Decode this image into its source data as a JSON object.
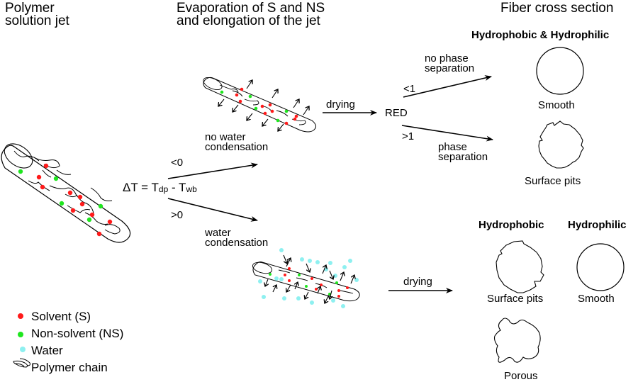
{
  "columns": {
    "jet": "Polymer\nsolution jet",
    "evaporation": "Evaporation of S and NS\nand elongation of the jet",
    "cross_section": "Fiber cross section"
  },
  "equation": {
    "delta": "ΔT = T",
    "sub1": "dp",
    "mid": " - T",
    "sub2": "wb"
  },
  "branches": {
    "lt0": "<0",
    "gt0": ">0",
    "no_water": "no water\ncondensation",
    "water": "water\ncondensation"
  },
  "top_path": {
    "drying": "drying",
    "red": "RED",
    "lt1": "<1",
    "gt1": ">1",
    "no_phase": "no phase\nseparation",
    "phase": "phase\nseparation",
    "group_title": "Hydrophobic & Hydrophilic",
    "smooth": "Smooth",
    "pits": "Surface pits"
  },
  "bottom_path": {
    "drying": "drying",
    "hydrophobic": "Hydrophobic",
    "hydrophilic": "Hydrophilic",
    "pits": "Surface pits",
    "smooth": "Smooth",
    "porous": "Porous"
  },
  "legend": [
    {
      "label": "Solvent (S)",
      "icon": "red-dot",
      "color": "#ff1a1a"
    },
    {
      "label": "Non-solvent (NS)",
      "icon": "green-dot",
      "color": "#1ee61e"
    },
    {
      "label": "Water",
      "icon": "cyan-dot",
      "color": "#8ef0f0"
    },
    {
      "label": "Polymer chain",
      "icon": "polymer-chain-glyph",
      "color": "#000000"
    }
  ]
}
